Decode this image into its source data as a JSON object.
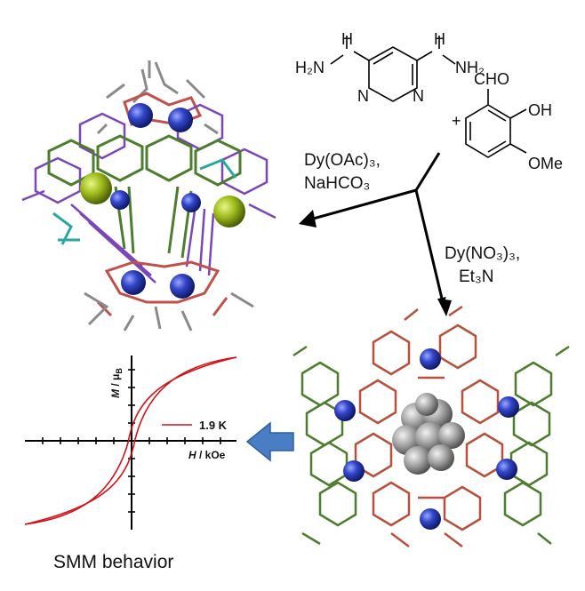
{
  "molecule1": {
    "nh_left": "H",
    "h2n": "H₂N",
    "nh_right": "H",
    "nh2": "NH₂",
    "n_left": "N",
    "n_right": "N"
  },
  "plus": "+",
  "molecule2": {
    "cho": "CHO",
    "oh": "OH",
    "ome": "OMe"
  },
  "route_left": {
    "line1": "Dy(OAc)₃,",
    "line2": "NaHCO₃"
  },
  "route_right": {
    "line1": "Dy(NO₃)₃,",
    "line2": "Et₃N"
  },
  "plot": {
    "ylabel_italic": "M",
    "ylabel_rest": " / μ",
    "ylabel_sub": "B",
    "xlabel_italic": "H",
    "xlabel_rest": " / kOe",
    "legend": "1.9 K",
    "curve_color": "#d0131b"
  },
  "caption": "SMM behavior",
  "colors": {
    "dy_atom": "#3346c8",
    "guest": "#9a9a9a",
    "ligand_green": "#4d7d2e",
    "ligand_red": "#b5513c",
    "ligand_purple": "#7a46b8",
    "arrow_blue": "#4a7ec4"
  }
}
